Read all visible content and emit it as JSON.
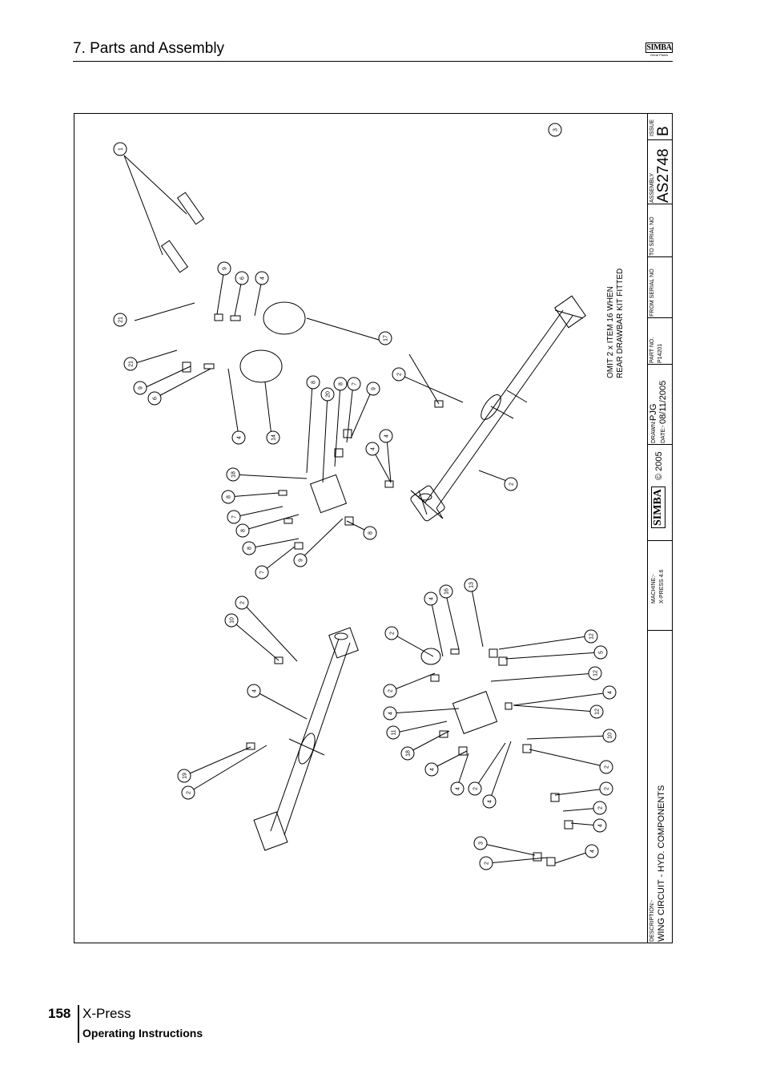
{
  "header": {
    "title": "7. Parts and Assembly"
  },
  "logo": {
    "text": "SIMBA",
    "subtext": "Great Plains"
  },
  "drawing": {
    "note_line1": "OMIT 2 x ITEM 16 WHEN",
    "note_line2": "REAR DRAWBAR KIT FITTED",
    "balloons": [
      "1",
      "21",
      "9",
      "6",
      "4",
      "17",
      "21",
      "9",
      "6",
      "4",
      "14",
      "8",
      "20",
      "8",
      "7",
      "9",
      "4",
      "2",
      "4",
      "2",
      "18",
      "8",
      "7",
      "8",
      "8",
      "7",
      "9",
      "8",
      "10",
      "2",
      "4",
      "19",
      "2",
      "4",
      "16",
      "13",
      "2",
      "12",
      "5",
      "2",
      "12",
      "4",
      "4",
      "12",
      "11",
      "18",
      "10",
      "4",
      "4",
      "2",
      "4",
      "2",
      "2",
      "2",
      "4",
      "3",
      "2",
      "4",
      "3"
    ]
  },
  "titleblock": {
    "description_label": "DESCRIPTION:-",
    "description": "WING CIRCUIT - HYD. COMPONENTS",
    "machine_label": "MACHINE:-",
    "machine": "X-PRESS 4.6",
    "logo_text": "SIMBA",
    "copyright": "© 2005",
    "drawn_label": "DRAWN:-",
    "drawn": "PJG",
    "date_label": "DATE:-",
    "date": "08/11/2005",
    "part_no_label": "PART NO.",
    "part_no": "P14201",
    "from_serial_label": "FROM SERIAL NO",
    "to_serial_label": "TO SERIAL NO",
    "assembly_label": "ASSEMBLY",
    "assembly": "AS2748",
    "issue_label": "ISSUE",
    "issue": "B"
  },
  "footer": {
    "page_number": "158",
    "title": "X-Press",
    "subtitle": "Operating Instructions"
  }
}
